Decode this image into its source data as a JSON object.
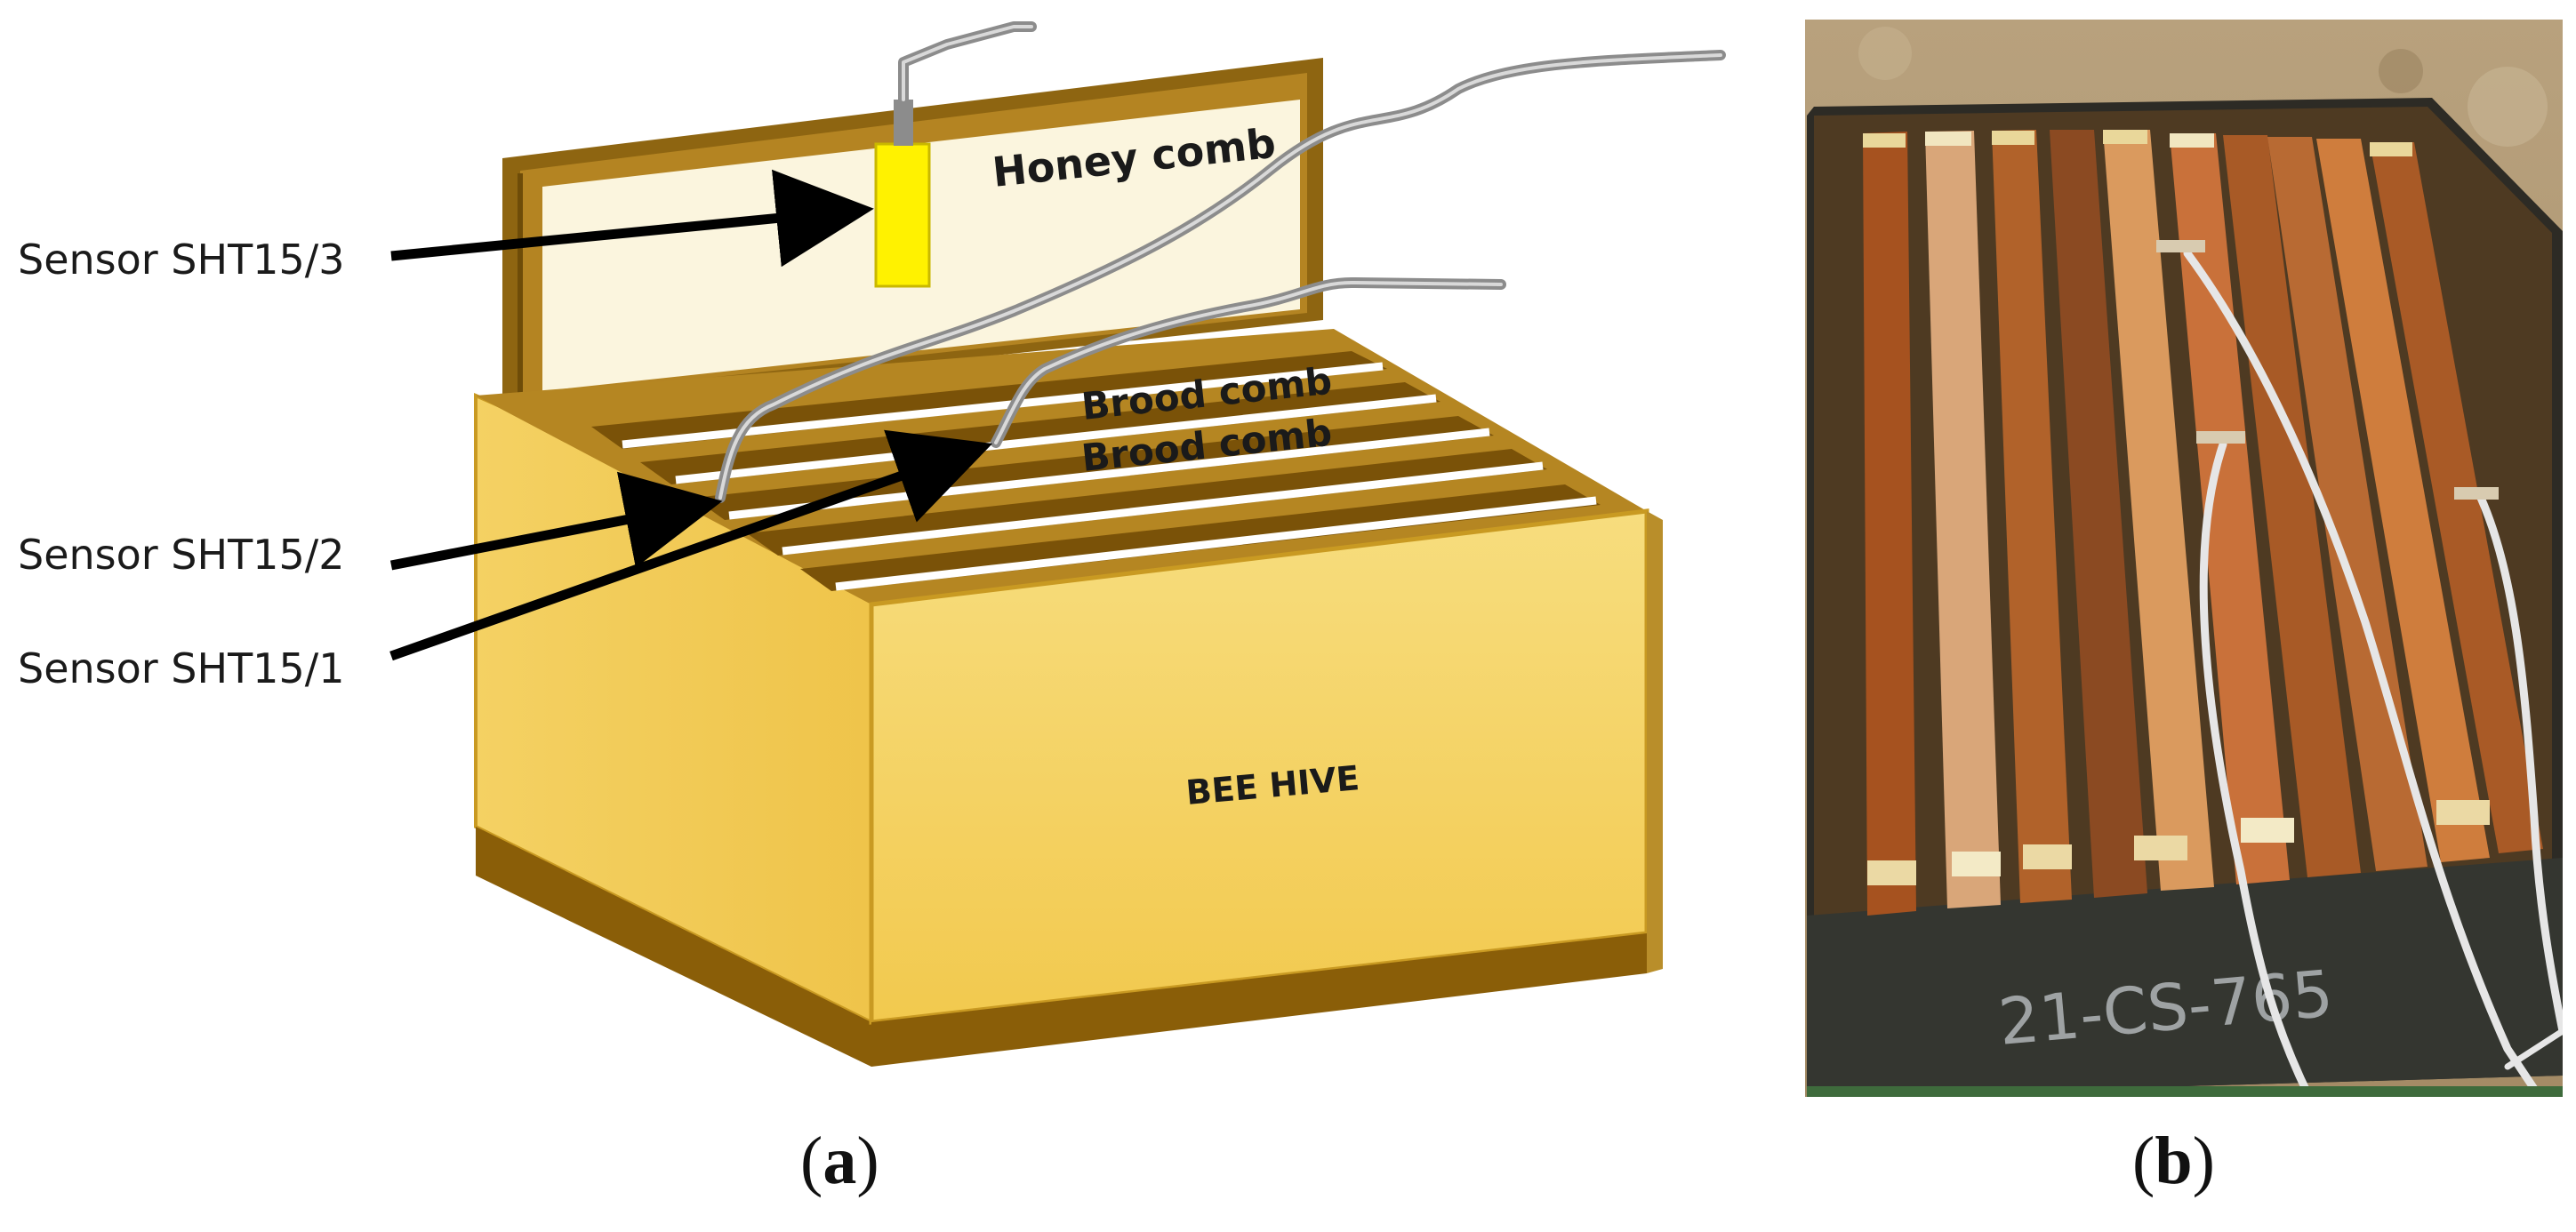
{
  "diagram": {
    "sensor_3_label": "Sensor SHT15/3",
    "sensor_2_label": "Sensor SHT15/2",
    "sensor_1_label": "Sensor SHT15/1",
    "honey_comb_label": "Honey comb",
    "brood_comb_label_1": "Brood comb",
    "brood_comb_label_2": "Brood comb",
    "hive_label": "BEE HIVE"
  },
  "photo": {
    "box_marking": "21-CS-765"
  },
  "panels": {
    "a": "a",
    "b": "b"
  },
  "colors": {
    "hive_yellow": "#F7D66C",
    "hive_dark": "#9C6A06",
    "sensor_yellow": "#FFF200",
    "cable_gray": "#9A9A9A",
    "honey_comb_fill": "#FBF5DE"
  }
}
